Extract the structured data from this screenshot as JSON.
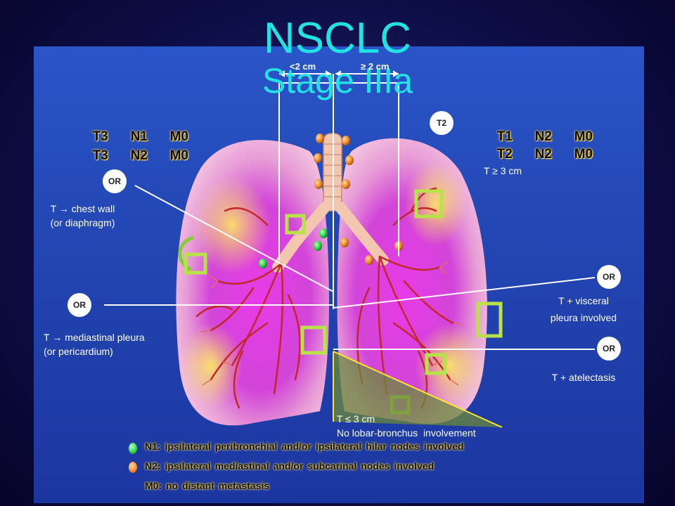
{
  "title": {
    "line1": "NSCLC",
    "line2": "Stage IIIa"
  },
  "stage_left": [
    {
      "t": "T3",
      "n": "N1",
      "m": "M0"
    },
    {
      "t": "T3",
      "n": "N2",
      "m": "M0"
    }
  ],
  "stage_right": [
    {
      "t": "T1",
      "n": "N2",
      "m": "M0"
    },
    {
      "t": "T2",
      "n": "N2",
      "m": "M0"
    }
  ],
  "badges": {
    "t2": "T2",
    "or": "OR"
  },
  "size_labels": {
    "small": "<2 cm",
    "large": "≥ 2 cm"
  },
  "annotations": {
    "t_ge_3cm": "T ≥ 3 cm",
    "chest_wall_1": "T → chest wall",
    "chest_wall_2": "(or diaphragm)",
    "mediastinal_1": "T → mediastinal pleura",
    "mediastinal_2": "(or pericardium)",
    "visceral_1": "T + visceral",
    "visceral_2": "pleura involved",
    "atelectasis": "T + atelectasis",
    "t_le_3cm": "T ≤ 3 cm",
    "no_lobar": "No lobar-bronchus  involvement"
  },
  "legend": [
    {
      "text": "N1: ipsilateral peribronchial and/or ipsilateral hilar nodes involved",
      "color": "#2fd34a"
    },
    {
      "text": "N2: ipsilateral mediastinal and/or subcarinal nodes involved",
      "color": "#f08a2a"
    },
    {
      "text": "M0: no distant metastasis",
      "color": ""
    }
  ],
  "colors": {
    "title": "#22e3e3",
    "panel": "#2347b4",
    "tumor_box": "#b8e24a",
    "n1_node": "#2fd34a",
    "n2_node": "#f08a2a",
    "lung": "#d63ad6"
  }
}
